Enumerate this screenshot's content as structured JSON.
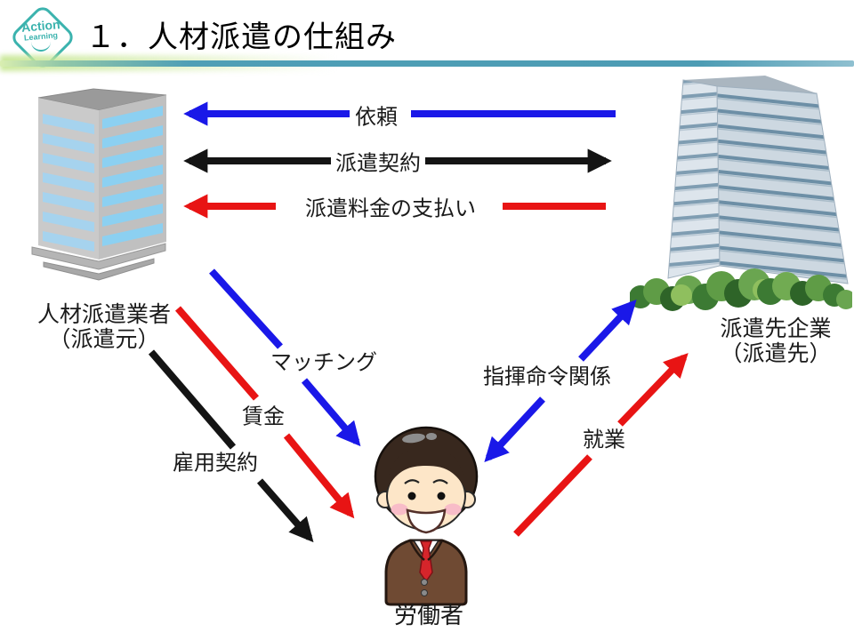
{
  "colors": {
    "blue": "#1a18e8",
    "red": "#e81414",
    "black": "#141414",
    "accent_teal": "#3bb3ae"
  },
  "header": {
    "logo_line1": "Action",
    "logo_line2": "Learning",
    "title": "１．人材派遣の仕組み"
  },
  "nodes": {
    "agency": {
      "name_line1": "人材派遣業者",
      "name_line2": "（派遣元）"
    },
    "client": {
      "name_line1": "派遣先企業",
      "name_line2": "（派遣先）"
    },
    "worker": {
      "name": "労働者"
    }
  },
  "arrows": {
    "request": {
      "label": "依頼"
    },
    "dispatch_contract": {
      "label": "派遣契約"
    },
    "fee_payment": {
      "label": "派遣料金の支払い"
    },
    "matching": {
      "label": "マッチング"
    },
    "wages": {
      "label": "賃金"
    },
    "employment_contract": {
      "label": "雇用契約"
    },
    "command_relationship": {
      "label": "指揮命令関係"
    },
    "work": {
      "label": "就業"
    }
  }
}
